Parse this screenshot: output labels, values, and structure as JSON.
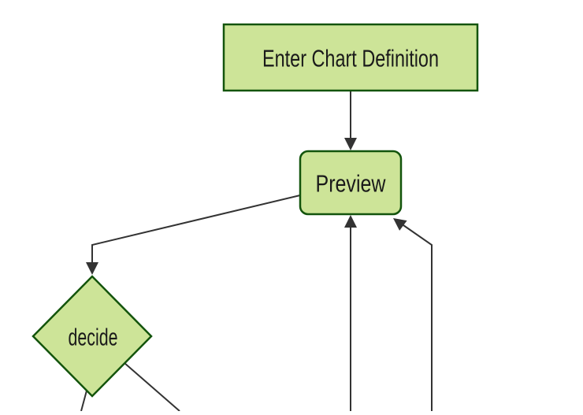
{
  "diagram": {
    "type": "flowchart",
    "orientation": "top-down",
    "colors": {
      "background": "#ffffff",
      "node_fill": "#cde498",
      "node_border": "#13540c",
      "edge_color": "#333333",
      "text_color": "#1a1a1a"
    },
    "nodes": [
      {
        "id": "enter-chart-definition",
        "shape": "rectangle",
        "label": "Enter Chart Definition"
      },
      {
        "id": "preview",
        "shape": "rounded-rectangle",
        "label": "Preview"
      },
      {
        "id": "decide",
        "shape": "diamond",
        "label": "decide"
      }
    ],
    "edges": [
      {
        "from": "enter-chart-definition",
        "to": "preview",
        "arrowhead": true
      },
      {
        "from": "preview",
        "to": "decide",
        "arrowhead": true
      },
      {
        "from": "offscreen-bottom",
        "to": "preview",
        "arrowhead": true
      },
      {
        "from": "offscreen-bottom-right",
        "to": "preview",
        "arrowhead": true
      },
      {
        "from": "decide",
        "to": "offscreen-bottom-left",
        "arrowhead": false
      },
      {
        "from": "decide",
        "to": "offscreen-bottom-right",
        "arrowhead": false
      }
    ]
  }
}
